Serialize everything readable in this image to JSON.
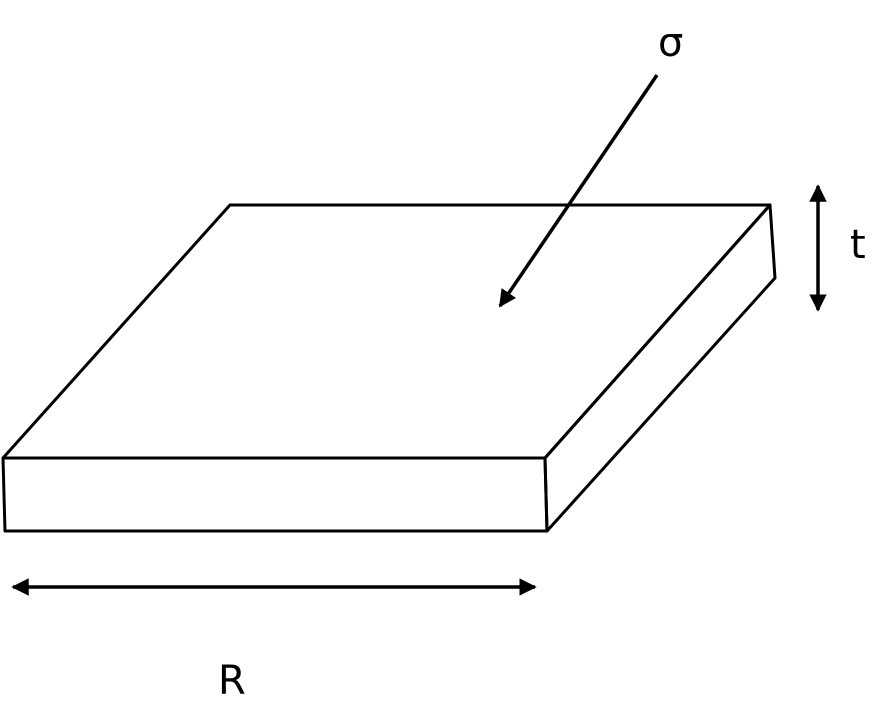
{
  "labels": {
    "stress": "σ",
    "thickness": "t",
    "length": "R"
  },
  "colors": {
    "stroke": "#000000",
    "background": "#ffffff"
  }
}
